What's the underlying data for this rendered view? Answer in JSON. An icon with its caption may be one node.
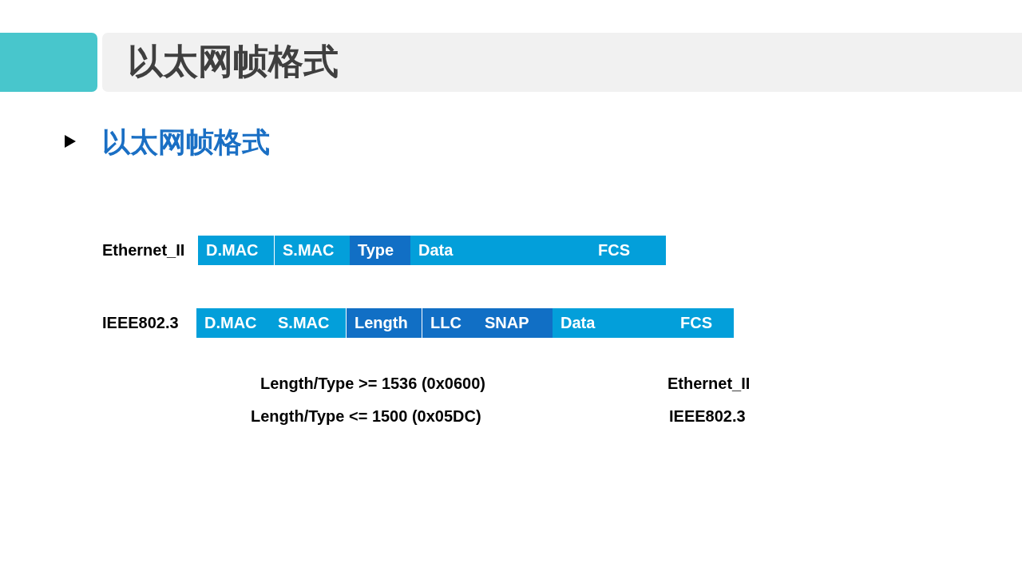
{
  "diagram": {
    "title": "以太网帧格式",
    "nodes": [
      {
        "text": [
          "D.MAC"
        ]
      },
      {
        "text": [
          "S.MAC"
        ]
      },
      {
        "text": [
          "Type"
        ]
      },
      {
        "text": [
          "Data"
        ]
      },
      {
        "text": [
          "FCS"
        ]
      },
      {
        "text": [
          "D.MAC"
        ]
      },
      {
        "text": [
          "S.MAC"
        ]
      },
      {
        "text": [
          "Length"
        ]
      },
      {
        "text": [
          "LLC"
        ]
      },
      {
        "text": [
          "SNAP"
        ]
      },
      {
        "text": [
          "Data"
        ]
      },
      {
        "text": [
          "FCS"
        ]
      }
    ],
    "labels": [
      "以太网帧格式",
      "Ethernet_II",
      "IEEE802.3",
      "Length/Type >= 1536 (0x0600)",
      "Ethernet_II",
      "Length/Type <= 1500 (0x05DC)",
      "IEEE802.3"
    ]
  }
}
